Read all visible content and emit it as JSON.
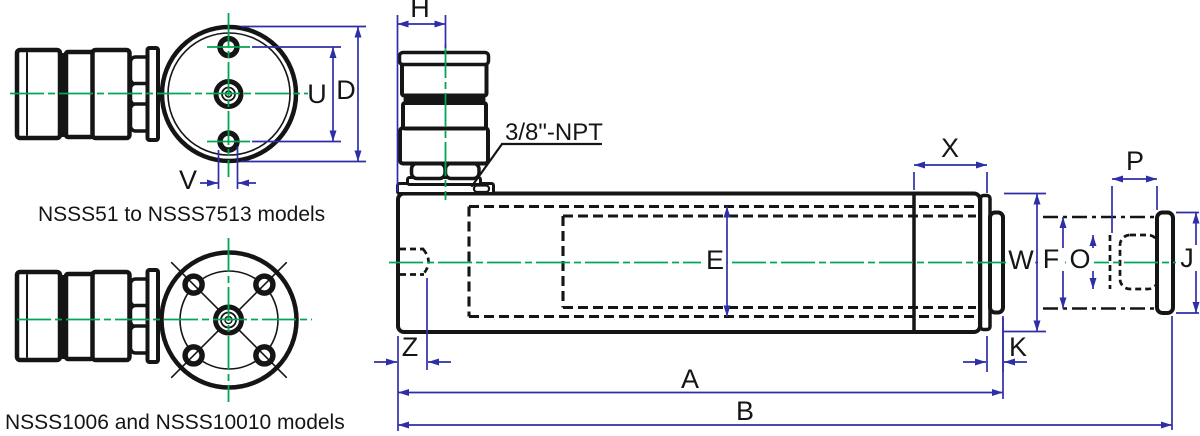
{
  "drawing": {
    "captions": {
      "top": "NSSS51 to NSSS7513 models",
      "bottom": "NSSS1006 and NSSS10010 models"
    },
    "port_label": "3/8\"-NPT",
    "dim_labels": {
      "H": "H",
      "U": "U",
      "D": "D",
      "V": "V",
      "Z": "Z",
      "E": "E",
      "X": "X",
      "W": "W",
      "F": "F",
      "O": "O",
      "J": "J",
      "P": "P",
      "K": "K",
      "A": "A",
      "B": "B"
    },
    "colors": {
      "outline": "#151515",
      "dimension": "#2e2ea6",
      "centerline": "#00a651",
      "background": "#ffffff",
      "text": "#151515"
    }
  }
}
